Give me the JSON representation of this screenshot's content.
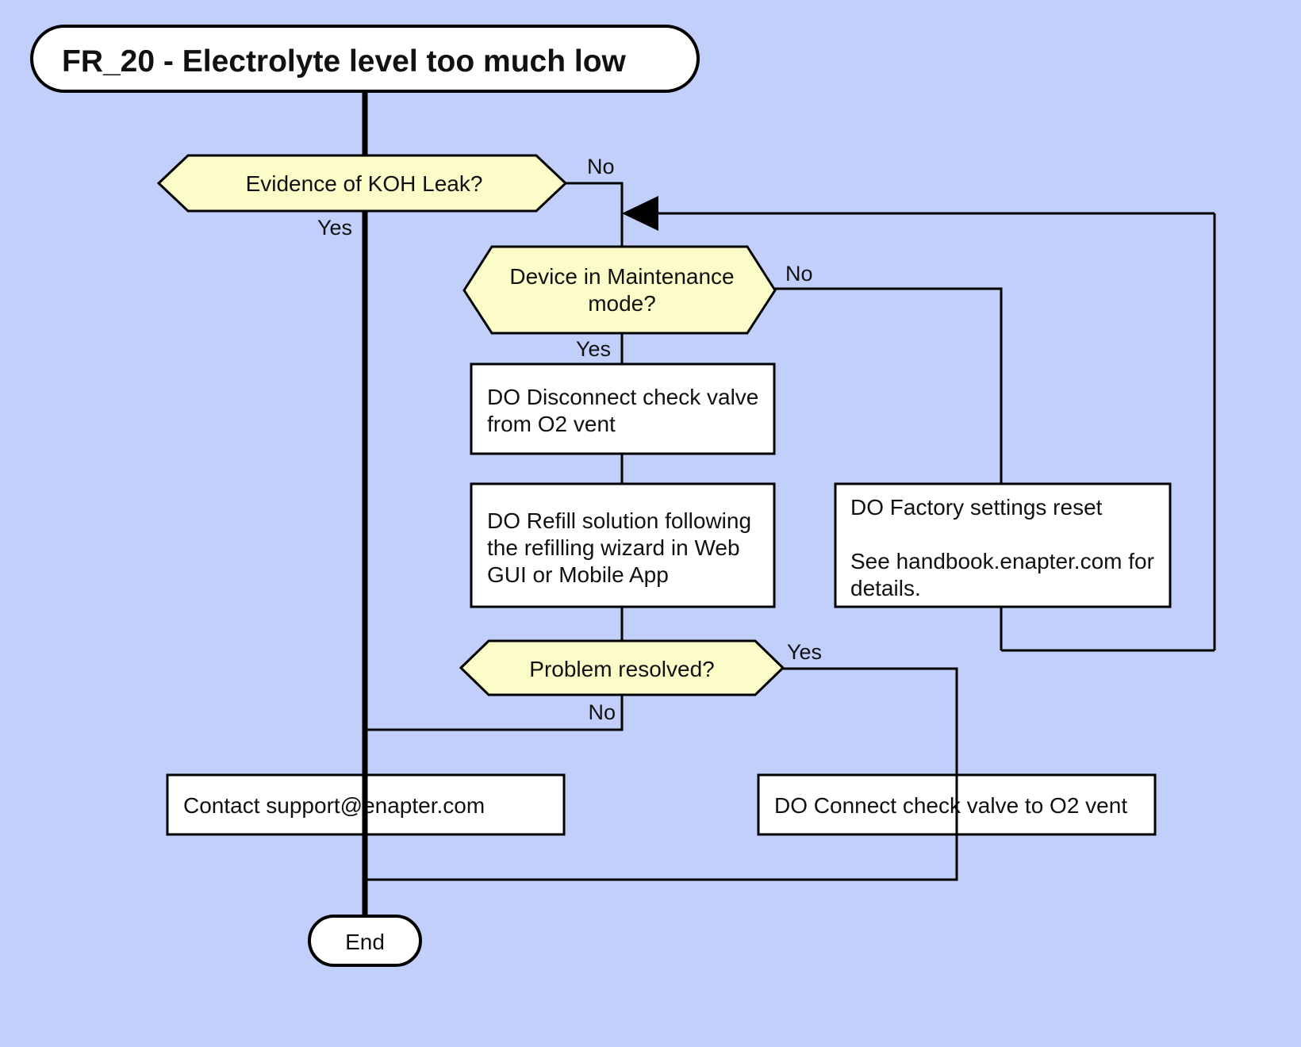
{
  "diagram": {
    "title": "FR_20 - Electrolyte level too much low",
    "background_color": "#c2cffb",
    "decision_fill": "#fbfcc8",
    "process_fill": "#ffffff",
    "line_color": "#000000",
    "nodes": {
      "start": {
        "label": "FR_20 - Electrolyte level too much low",
        "type": "terminal"
      },
      "decision_koh": {
        "label": "Evidence of KOH Leak?",
        "type": "decision"
      },
      "decision_maintenance_line1": "Device in Maintenance",
      "decision_maintenance_line2": "mode?",
      "process_disconnect_line1": "DO Disconnect check valve",
      "process_disconnect_line2": "from O2 vent",
      "process_refill_line1": "DO Refill solution following",
      "process_refill_line2": "the refilling wizard in Web",
      "process_refill_line3": "GUI or Mobile App",
      "process_factory_line1": "DO Factory settings reset",
      "process_factory_line2": "See handbook.enapter.com for",
      "process_factory_line3": "details.",
      "decision_resolved": {
        "label": "Problem resolved?",
        "type": "decision"
      },
      "process_contact": {
        "label": "Contact support@enapter.com",
        "type": "process"
      },
      "process_connect": {
        "label": "DO Connect check valve to O2 vent",
        "type": "process"
      },
      "end": {
        "label": "End",
        "type": "terminal"
      }
    },
    "edge_labels": {
      "koh_no": "No",
      "koh_yes": "Yes",
      "maintenance_no": "No",
      "maintenance_yes": "Yes",
      "resolved_yes": "Yes",
      "resolved_no": "No"
    }
  }
}
